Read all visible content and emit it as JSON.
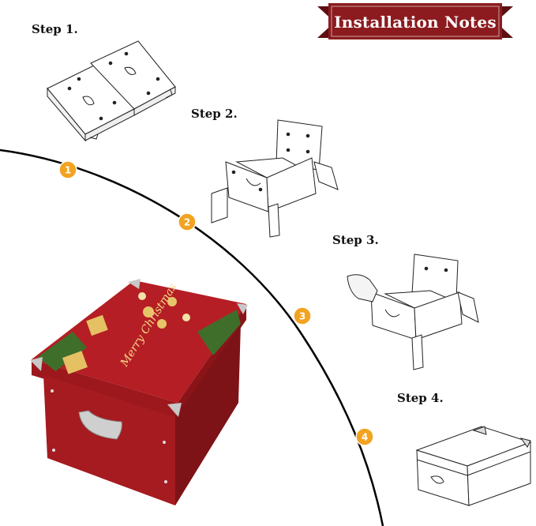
{
  "title": "Installation Notes",
  "steps": [
    {
      "label": "Step 1.",
      "number": "1"
    },
    {
      "label": "Step 2.",
      "number": "2"
    },
    {
      "label": "Step 3.",
      "number": "3"
    },
    {
      "label": "Step 4.",
      "number": "4"
    }
  ],
  "box_text": {
    "greeting": "Merry Christmas"
  },
  "colors": {
    "banner": "#8b1b1e",
    "badge": "#f2a321",
    "box_red": "#b51e24",
    "curve": "#000000"
  }
}
